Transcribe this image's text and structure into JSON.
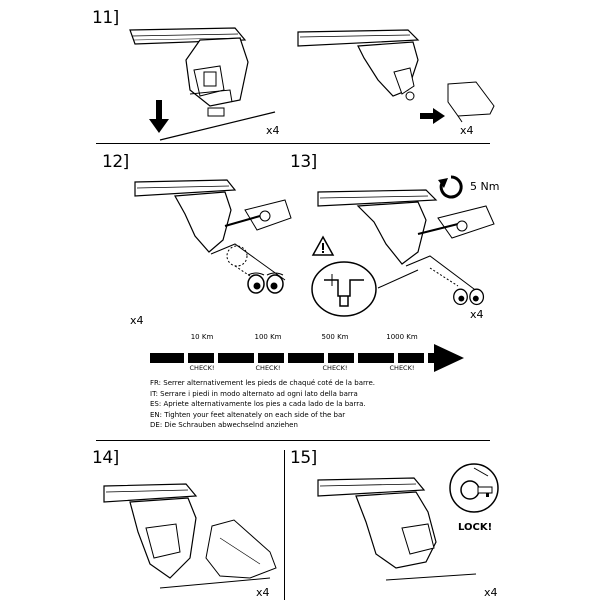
{
  "steps": {
    "s11": {
      "number": "11]",
      "qty_left": "x4",
      "qty_right": "x4"
    },
    "s12": {
      "number": "12]",
      "qty": "x4"
    },
    "s13": {
      "number": "13]",
      "qty": "x4",
      "torque": "5 Nm"
    },
    "s14": {
      "number": "14]",
      "qty": "x4"
    },
    "s15": {
      "number": "15]",
      "qty": "x4",
      "lock": "LOCK!"
    }
  },
  "timeline": {
    "milestones": [
      {
        "distance": "10 Km",
        "check": "CHECK!"
      },
      {
        "distance": "100 Km",
        "check": "CHECK!"
      },
      {
        "distance": "500 Km",
        "check": "CHECK!"
      },
      {
        "distance": "1000 Km",
        "check": "CHECK!"
      }
    ]
  },
  "instructions": [
    "FR: Serrer alternativement les pieds de chaqué coté de la barre.",
    "IT: Serrare i piedi in modo alternato ad ogni lato della barra",
    "ES: Apriete alternativamente los pies a cada lado de la barra.",
    "EN: Tighten your feet altenately on each side of the bar",
    "DE: Die Schrauben abwechselnd anziehen"
  ],
  "icons": [
    "arrow-down-icon",
    "arrow-right-icon",
    "torque-rotate-icon",
    "warning-triangle-icon",
    "eyes-icon",
    "lock-key-icon"
  ]
}
